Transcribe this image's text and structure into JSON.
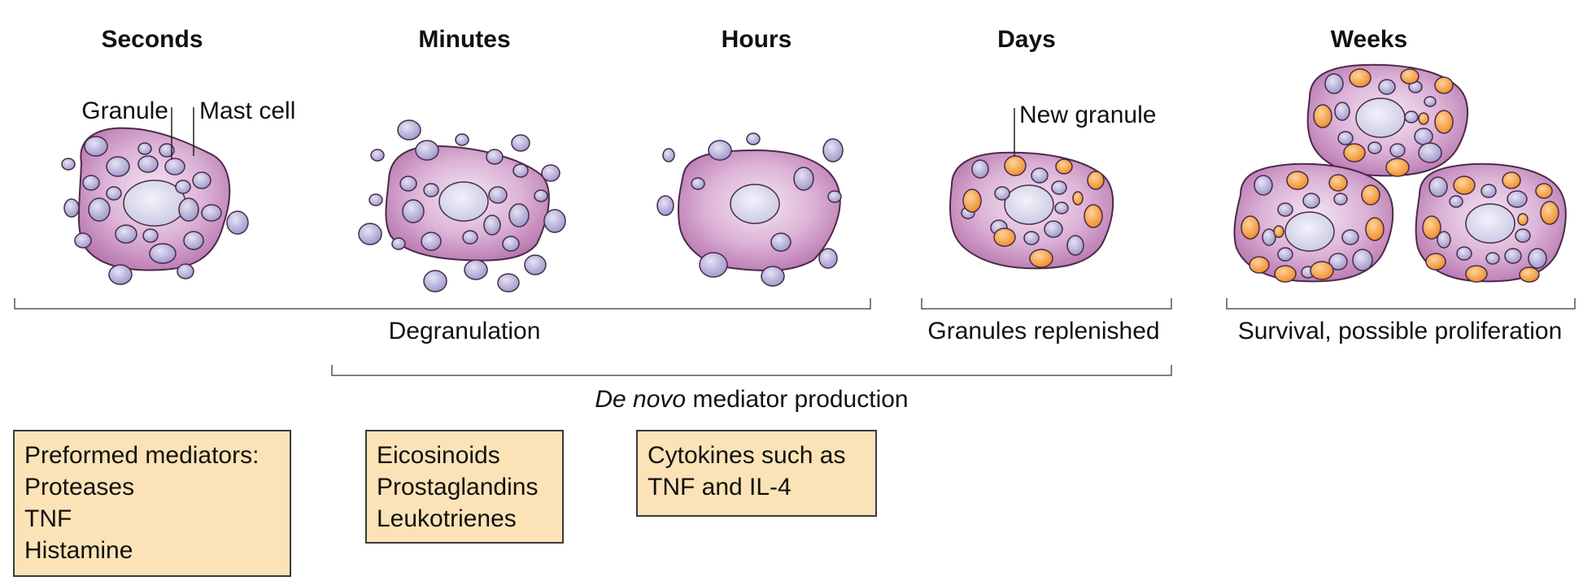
{
  "phases": [
    "Seconds",
    "Minutes",
    "Hours",
    "Days",
    "Weeks"
  ],
  "labels": {
    "granule": "Granule",
    "mast_cell": "Mast cell",
    "new_granule": "New granule"
  },
  "brackets": {
    "degranulation": "Degranulation",
    "granules_replenished": "Granules replenished",
    "survival": "Survival, possible proliferation",
    "de_novo_italic": "De novo",
    "de_novo_rest": " mediator production"
  },
  "boxes": [
    {
      "lines": [
        "Preformed mediators:",
        "Proteases",
        "TNF",
        "Histamine"
      ]
    },
    {
      "lines": [
        "Eicosinoids",
        "Prostaglandins",
        "Leukotrienes"
      ]
    },
    {
      "lines": [
        "Cytokines such as",
        "TNF and IL-4"
      ]
    }
  ],
  "colors": {
    "cell_fill": "#c98fc2",
    "cell_outline": "#4a2a48",
    "granule_fill": "#b9b3da",
    "new_granule_fill": "#f39a3a",
    "nucleus_fill": "#dcdcef",
    "box_fill": "#fce3b7"
  }
}
